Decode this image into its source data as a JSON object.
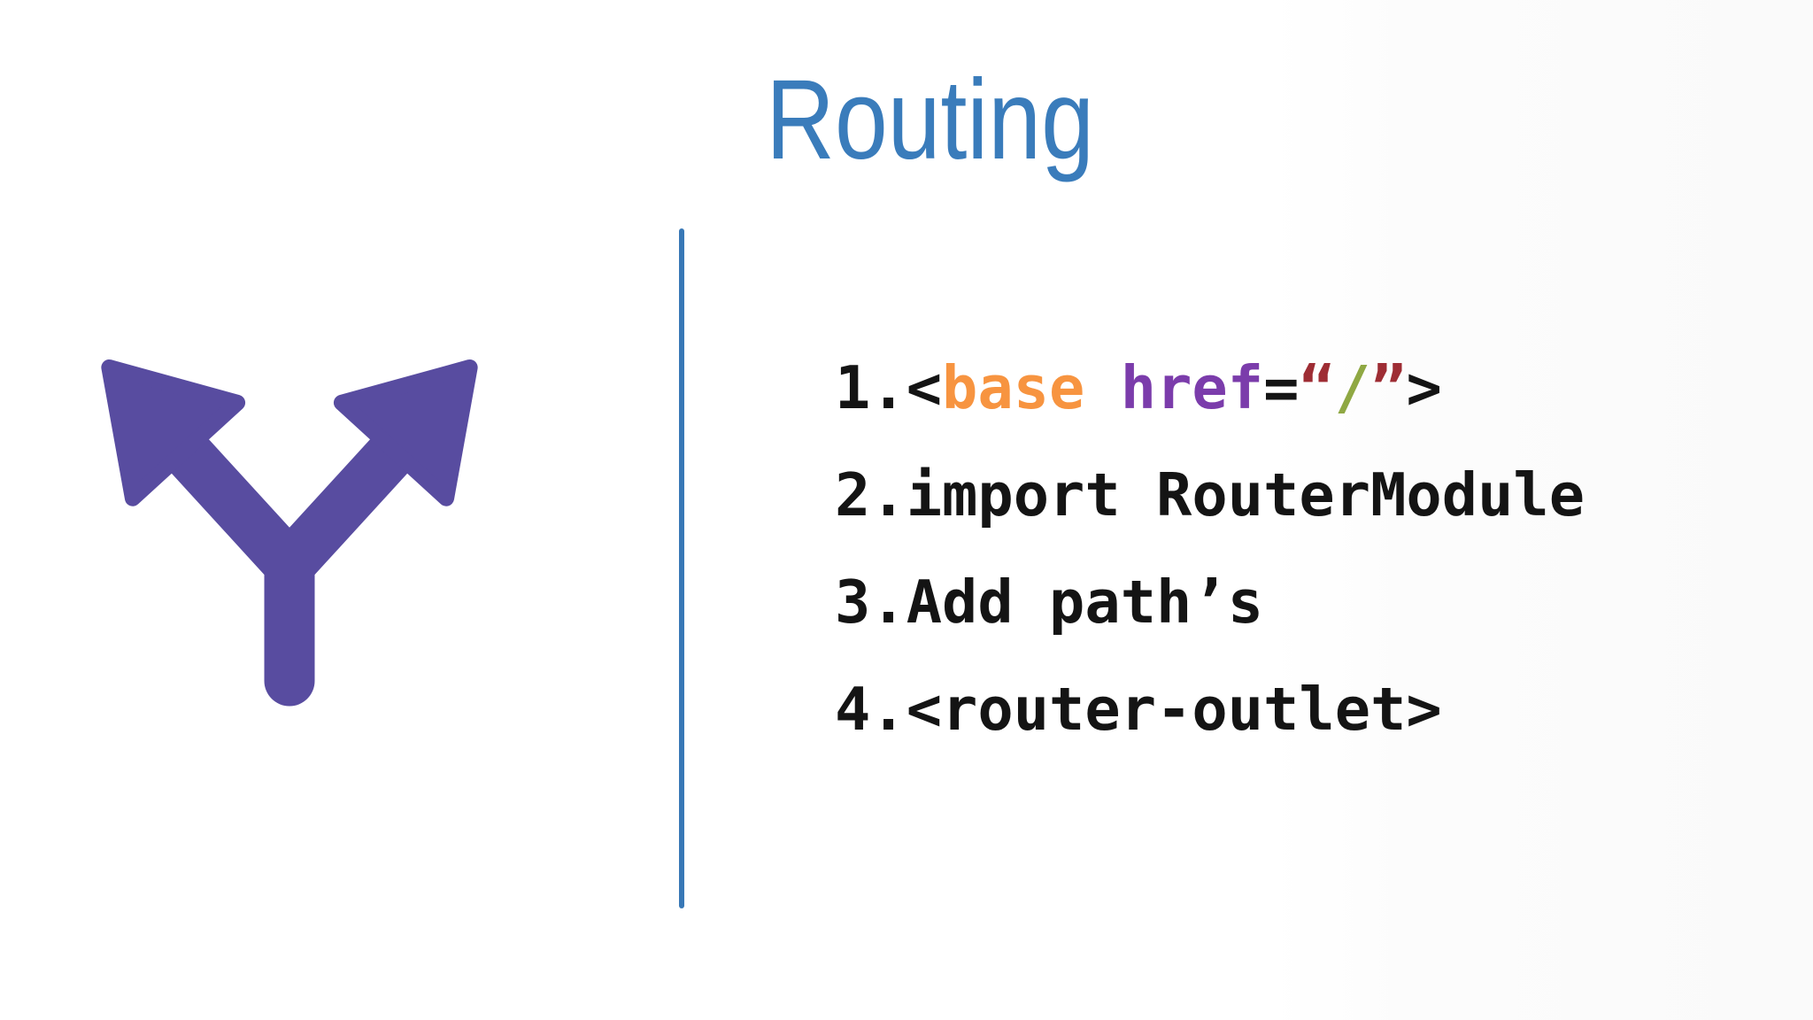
{
  "slide": {
    "title": "Routing"
  },
  "colors": {
    "background": "#FFFFFF",
    "title": "#3A7CBB",
    "divider": "#3878B6",
    "icon": "#584CA0",
    "code": "#141414",
    "tag": "#F79440",
    "attr": "#7B3CAB",
    "quote": "#9E2D34",
    "value": "#8FA843"
  },
  "icon": {
    "name": "fork-arrows-icon",
    "description": "purple two-way split arrow"
  },
  "steps": [
    {
      "number": "1.",
      "segments": [
        {
          "text": "<",
          "role": "punct"
        },
        {
          "text": "base",
          "role": "tag"
        },
        {
          "text": " ",
          "role": "punct"
        },
        {
          "text": "href",
          "role": "attr"
        },
        {
          "text": "=",
          "role": "punct"
        },
        {
          "text": "“",
          "role": "quote"
        },
        {
          "text": "/",
          "role": "value"
        },
        {
          "text": "”",
          "role": "quote"
        },
        {
          "text": ">",
          "role": "punct"
        }
      ]
    },
    {
      "number": "2.",
      "segments": [
        {
          "text": "import RouterModule",
          "role": "plain"
        }
      ]
    },
    {
      "number": "3.",
      "segments": [
        {
          "text": "Add path’s",
          "role": "plain"
        }
      ]
    },
    {
      "number": "4.",
      "segments": [
        {
          "text": "<router-outlet>",
          "role": "plain"
        }
      ]
    }
  ]
}
